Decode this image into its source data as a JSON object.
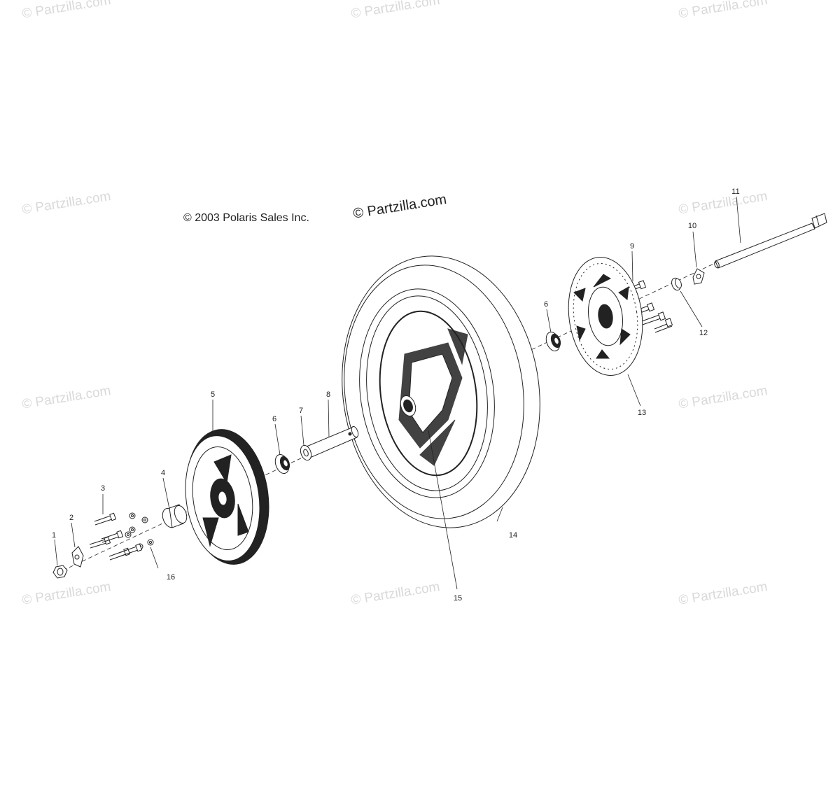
{
  "diagram": {
    "copyright": "© 2003 Polaris Sales Inc.",
    "watermark_main": "© Partzilla.com",
    "watermark_faint": "© Partzilla.com",
    "callouts": [
      "1",
      "2",
      "3",
      "4",
      "5",
      "6",
      "6",
      "7",
      "8",
      "9",
      "10",
      "11",
      "12",
      "13",
      "14",
      "15",
      "16"
    ]
  },
  "colors": {
    "line": "#222222",
    "watermark": "#d9d9d9"
  }
}
